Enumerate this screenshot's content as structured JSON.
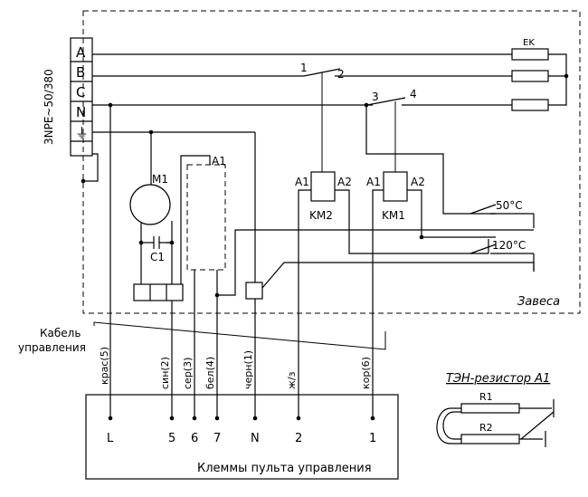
{
  "supply_label": "3NPE~50/380",
  "terminals": [
    "A",
    "B",
    "C",
    "N"
  ],
  "ground_symbol": "⏚",
  "heater_label": "EK",
  "contact_numbers": {
    "c1": "1",
    "c2": "2",
    "c3": "3",
    "c4": "4"
  },
  "motor_label": "M1",
  "capacitor_label": "C1",
  "heater_block_label": "A1",
  "km2": {
    "label": "KM2",
    "a1": "A1",
    "a2": "A2"
  },
  "km1": {
    "label": "KM1",
    "a1": "A1",
    "a2": "A2"
  },
  "thermostat_50": "50°C",
  "thermostat_120": "120°C",
  "curtain_label": "Завеса",
  "cable_label_line1": "Кабель",
  "cable_label_line2": "управления",
  "wire_colors": {
    "w_red": "крас(5)",
    "w_blue": "син(2)",
    "w_grey": "сер(3)",
    "w_white": "бел(4)",
    "w_black": "черн(1)",
    "w_yg": "ж/з",
    "w_brown": "кор(6)"
  },
  "panel_terminals": [
    "L",
    "5",
    "6",
    "7",
    "N",
    "2",
    "1"
  ],
  "panel_label": "Клеммы пульта управления",
  "resistor_title": "ТЭН-резистор А1",
  "r1": "R1",
  "r2": "R2"
}
